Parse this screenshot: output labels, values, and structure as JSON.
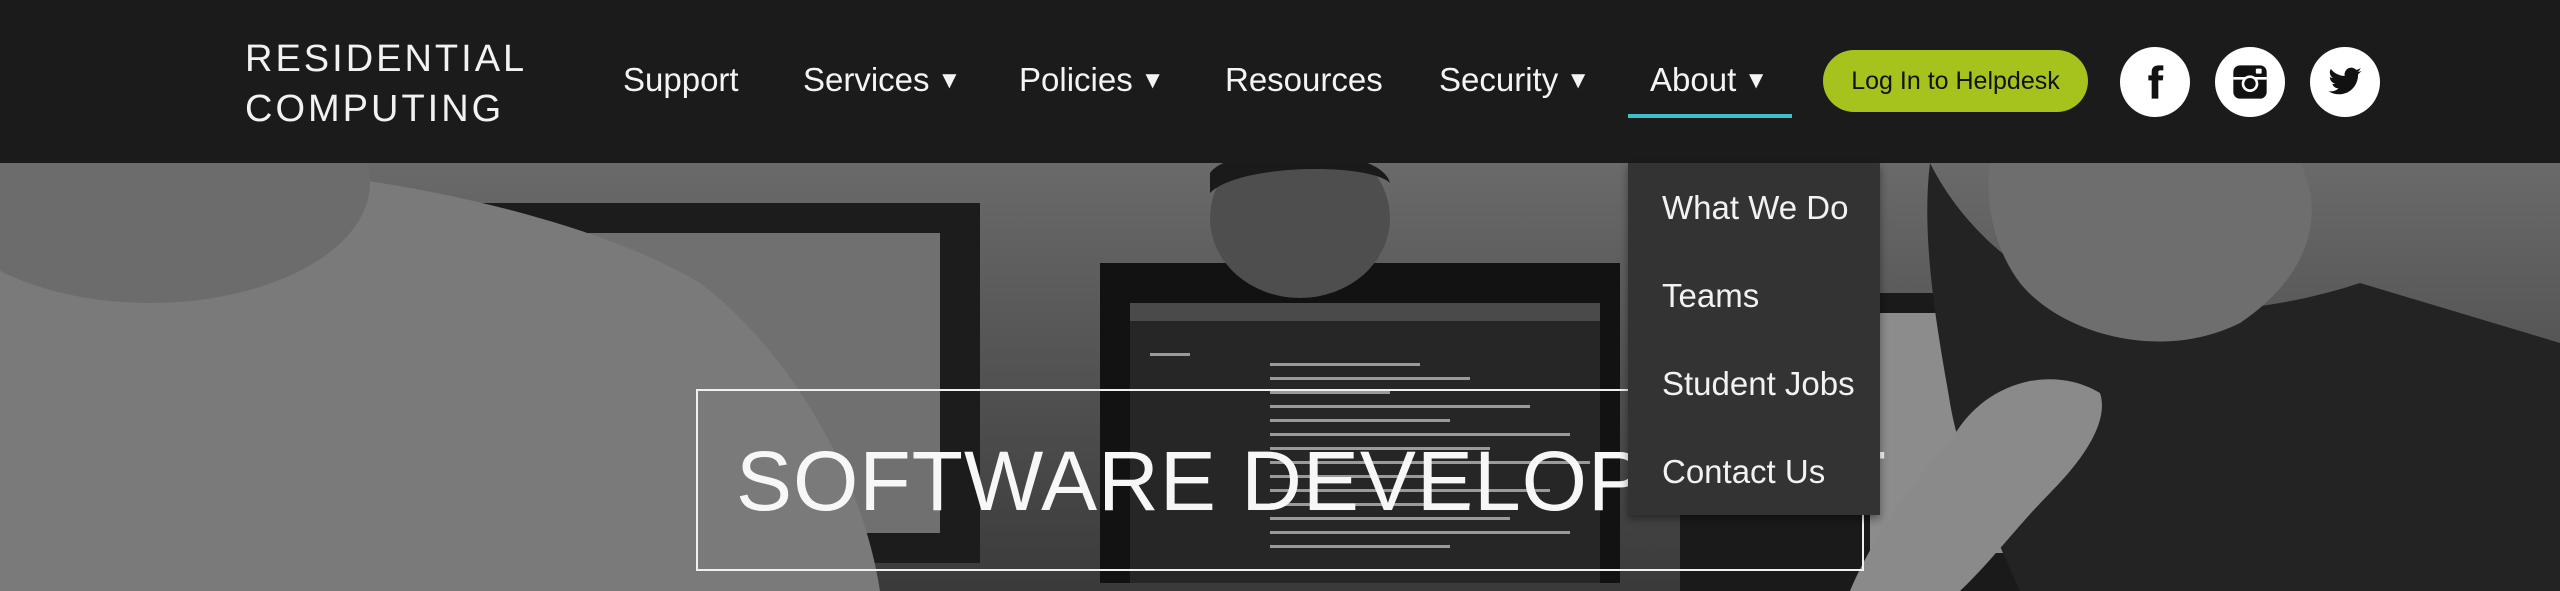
{
  "logo": {
    "line1": "RESIDENTIAL",
    "line2": "COMPUTING"
  },
  "nav": {
    "items": [
      {
        "label": "Support",
        "caret": ""
      },
      {
        "label": "Services",
        "caret": "▼"
      },
      {
        "label": "Policies",
        "caret": "▼"
      },
      {
        "label": "Resources",
        "caret": ""
      },
      {
        "label": "Security",
        "caret": "▼"
      },
      {
        "label": "About",
        "caret": "▼"
      }
    ],
    "active_index": 5,
    "active_underline_color": "#3fc0c9"
  },
  "helpdesk_button": {
    "label": "Log In to Helpdesk",
    "color": "#a6c21c"
  },
  "social": [
    {
      "icon": "facebook-icon"
    },
    {
      "icon": "instagram-icon"
    },
    {
      "icon": "twitter-icon"
    }
  ],
  "dropdown": {
    "items": [
      {
        "label": "What We Do"
      },
      {
        "label": "Teams"
      },
      {
        "label": "Student Jobs"
      },
      {
        "label": "Contact Us"
      }
    ]
  },
  "hero": {
    "title": "SOFTWARE DEVELOPMENT"
  }
}
